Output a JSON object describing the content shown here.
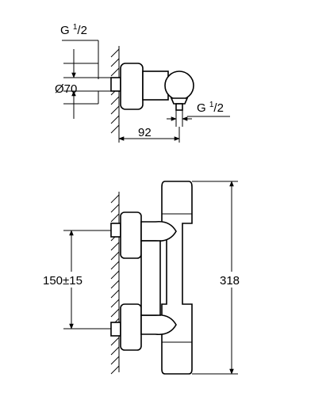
{
  "side_view": {
    "inlet_thread": {
      "base": "G ",
      "sup": "1",
      "rest": "/2"
    },
    "outlet_thread": {
      "base": "G ",
      "sup": "1",
      "rest": "/2"
    },
    "rosette_diameter": "Ø70",
    "projection": "92"
  },
  "front_view": {
    "inlet_spacing": "150±15",
    "total_height": "318"
  }
}
